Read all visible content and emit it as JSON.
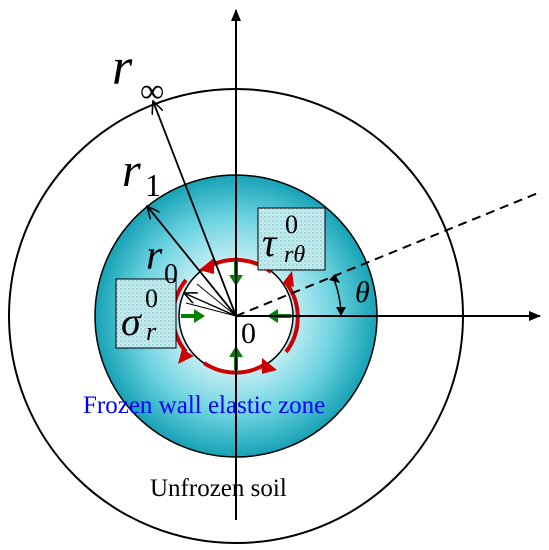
{
  "labels": {
    "r_outer": {
      "base": "r",
      "sub": "∞"
    },
    "r_frozen": {
      "base": "r",
      "sub": "1"
    },
    "r_hole": {
      "base": "r",
      "sub": "0"
    },
    "origin": "0",
    "angle": "θ",
    "sigma": {
      "base": "σ",
      "sup": "0",
      "sub": "r"
    },
    "tau": {
      "base": "τ",
      "sup": "0",
      "sub": "rθ"
    },
    "frozen_zone": "Frozen wall elastic zone",
    "unfrozen": "Unfrozen soil"
  },
  "colors": {
    "frozen_center": "#e8f9fb",
    "frozen_mid": "#5fd0df",
    "frozen_edge": "#17a3b6",
    "zone_text": "#0000ff",
    "inner_arrow": "#008000",
    "shear_arrow": "#cc0000",
    "box_fill": "#bfeaee"
  }
}
